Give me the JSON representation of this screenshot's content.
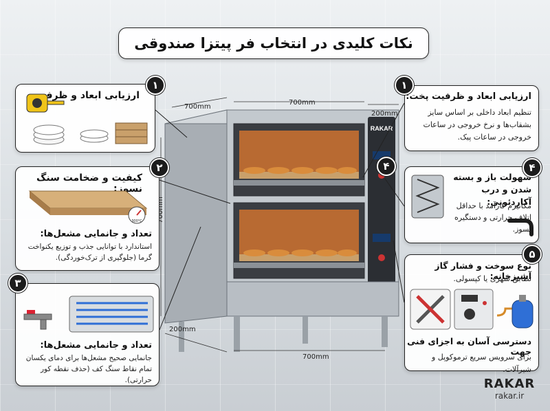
{
  "title": "نکات کلیدی در انتخاب فر پیتزا صندوقی",
  "left_cards": {
    "card1": {
      "badge": "۱",
      "heading": "ارزیابی ابعاد و ظرفیت"
    },
    "card2": {
      "badge": "۲",
      "heading": "کیفیت و ضخامت سنگ نسوز:",
      "heading2": "تعداد و جانمایی مشعل‌ها:",
      "text": "استاندارد با توانایی جذب و توزیع یکنواخت گرما (جلوگیری از ترک‌خوردگی).",
      "gauge_label": "300°C"
    },
    "card3": {
      "badge": "۳",
      "heading": "تعداد و جانمایی مشعل‌ها:",
      "text": "جانمایی صحیح مشعل‌ها برای دمای یکسان تمام نقاط سنگ کف (حذف نقطه کور حرارتی)."
    }
  },
  "right_cards": {
    "card1": {
      "badge": "۱",
      "heading": "ارزیابی ابعاد و ظرفیت پخت:",
      "text": "تنظیم ابعاد داخلی بر اساس سایز بشقاب‌ها و نرخ خروجی در ساعات خروجی در ساعات پیک."
    },
    "card4": {
      "badge": "۴",
      "heading": "سهولت باز و بسته شدن و درب آکاردئونی:",
      "text": "مکانیزم کارآمد با حداقل اتلاف حرارتی و دستگیره نسوز."
    },
    "card5": {
      "badge": "۵",
      "heading": "نوع سوخت و فشار گاز آشپزخانه:",
      "text": "تطابق شهری یا کپسولی.",
      "heading2": "دسترسی آسان به اجزای فنی جهت",
      "text2": "برای سرویس سریع ترموکوپل و شیرآلات."
    }
  },
  "oven": {
    "badge4": "۴",
    "brand": "RAKAR"
  },
  "dims": {
    "top_depth": "700mm",
    "top_width": "700mm",
    "top_side": "200mm",
    "height": "700mm",
    "bottom_depth": "200mm",
    "bottom_width": "700mm"
  },
  "brand": {
    "name": "RAKAR",
    "url": "rakar.ir"
  },
  "colors": {
    "steel": "#b8bec4",
    "dark": "#1c1c1c",
    "fire": "#e0521a",
    "blue_flame": "#2f6fd6",
    "wood": "#c9a06b"
  }
}
